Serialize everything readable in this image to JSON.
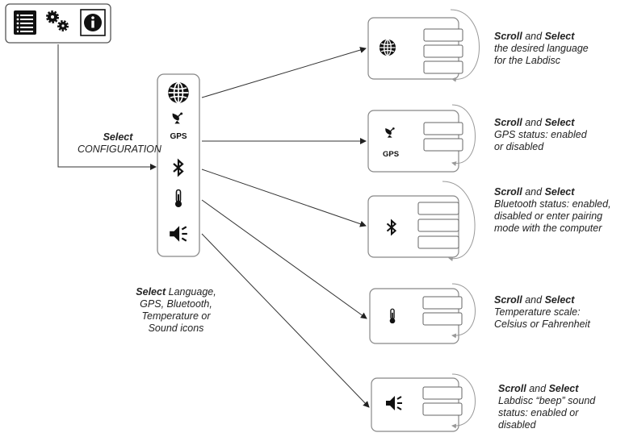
{
  "toolbar": {
    "icons": [
      "menu-list-icon",
      "gears-icon",
      "info-icon"
    ]
  },
  "main_menu": {
    "select_word": "Select",
    "configuration_label": "CONFIGURATION",
    "icons": [
      "globe-icon",
      "gps-icon",
      "bluetooth-icon",
      "thermometer-icon",
      "speaker-icon"
    ],
    "gps_text": "GPS"
  },
  "bottom_caption": {
    "line1_bold": "Select",
    "line1_rest": " Language,",
    "line2": "GPS, Bluetooth,",
    "line3": "Temperature or",
    "line4": "Sound icons"
  },
  "panels": [
    {
      "icon": "globe-icon",
      "options": 3,
      "scroll": "Scroll",
      "and": " and ",
      "select": "Select",
      "lines": [
        "the desired language",
        "for the Labdisc"
      ]
    },
    {
      "icon": "gps-icon",
      "options": 2,
      "scroll": "Scroll",
      "and": " and ",
      "select": "Select",
      "lines": [
        "GPS status: enabled",
        "or disabled"
      ]
    },
    {
      "icon": "bluetooth-icon",
      "options": 3,
      "scroll": "Scroll",
      "and": " and ",
      "select": "Select",
      "lines": [
        "Bluetooth status: enabled,",
        "disabled or enter pairing",
        "mode with the computer"
      ]
    },
    {
      "icon": "thermometer-icon",
      "options": 2,
      "scroll": "Scroll",
      "and": " and ",
      "select": "Select",
      "lines": [
        "Temperature scale:",
        "Celsius or Fahrenheit"
      ]
    },
    {
      "icon": "speaker-icon",
      "options": 2,
      "scroll": "Scroll",
      "and": " and ",
      "select": "Select",
      "lines": [
        "Labdisc “beep” sound",
        "status: enabled or",
        "disabled"
      ]
    }
  ],
  "colors": {
    "stroke": "#444444",
    "box_border": "#888888",
    "text": "#222222"
  }
}
